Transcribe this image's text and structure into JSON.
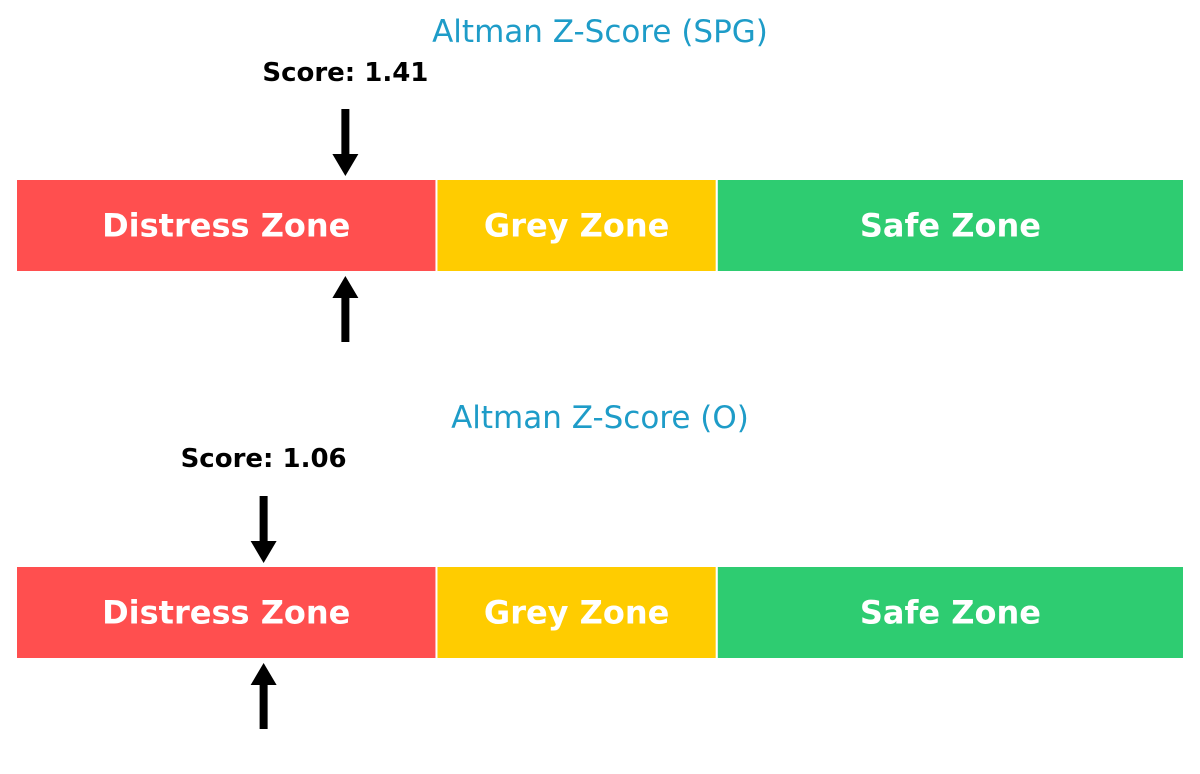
{
  "chart_data": [
    {
      "type": "gauge",
      "title": "Altman Z-Score (SPG)",
      "score_label": "Score: 1.41",
      "score": 1.41,
      "xlim": [
        0,
        5
      ],
      "zones": [
        {
          "label": "Distress Zone",
          "from": 0,
          "to": 1.8,
          "color": "#ff4f4f"
        },
        {
          "label": "Grey Zone",
          "from": 1.8,
          "to": 3.0,
          "color": "#ffcc00"
        },
        {
          "label": "Safe Zone",
          "from": 3.0,
          "to": 5.0,
          "color": "#2ecc71"
        }
      ]
    },
    {
      "type": "gauge",
      "title": "Altman Z-Score (O)",
      "score_label": "Score: 1.06",
      "score": 1.06,
      "xlim": [
        0,
        5
      ],
      "zones": [
        {
          "label": "Distress Zone",
          "from": 0,
          "to": 1.8,
          "color": "#ff4f4f"
        },
        {
          "label": "Grey Zone",
          "from": 1.8,
          "to": 3.0,
          "color": "#ffcc00"
        },
        {
          "label": "Safe Zone",
          "from": 3.0,
          "to": 5.0,
          "color": "#2ecc71"
        }
      ]
    }
  ],
  "colors": {
    "title": "#1e9cc8",
    "arrow": "#000000",
    "background": "#ffffff"
  }
}
